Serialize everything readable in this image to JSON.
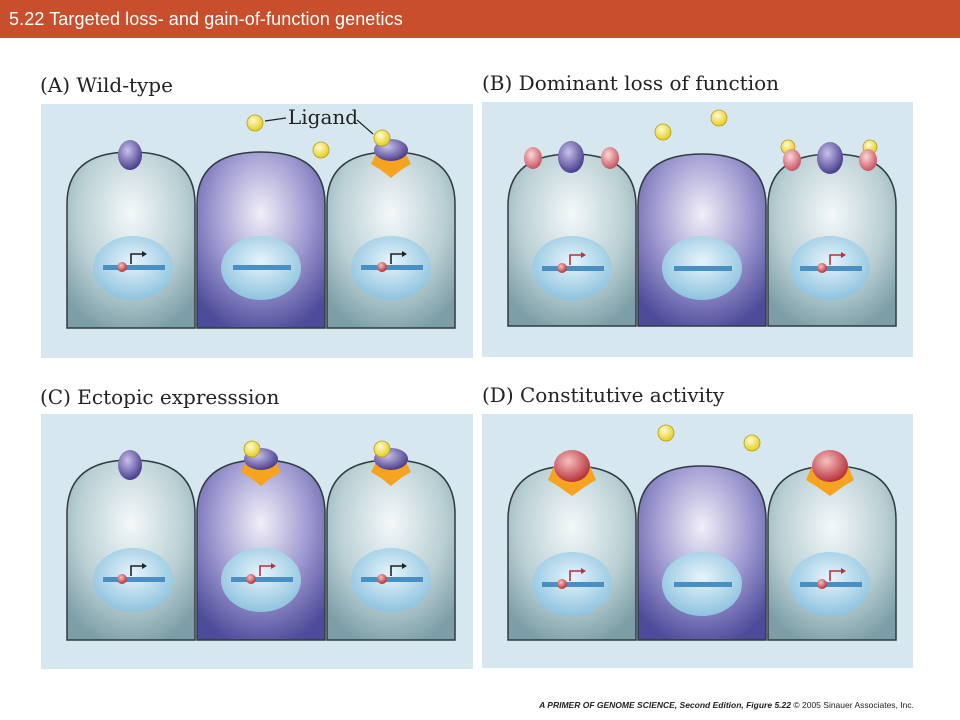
{
  "header": {
    "title": "5.22  Targeted loss- and gain-of-function genetics"
  },
  "panels": [
    {
      "label": "(A)  Wild-type"
    },
    {
      "label": "(B)  Dominant loss of function"
    },
    {
      "label": "(C)  Ectopic expresssion"
    },
    {
      "label": "(D)  Constitutive activity"
    }
  ],
  "annotations": {
    "ligand": "Ligand"
  },
  "footer": {
    "book": "A PRIMER OF GENOME SCIENCE, Second Edition, Figure 5.22",
    "copyright": "© 2005 Sinauer Associates, Inc."
  },
  "colors": {
    "title_bar": "#c94f2c",
    "panel_bg": "#d6e7ef",
    "teal_cell": "#8fb0b7",
    "purple_cell": "#6d6cb0",
    "receptor_purple": "#5a4e9a",
    "ligand_yellow": "#f2e23a",
    "burst_orange": "#f6a320",
    "receptor_red": "#b8323c"
  }
}
